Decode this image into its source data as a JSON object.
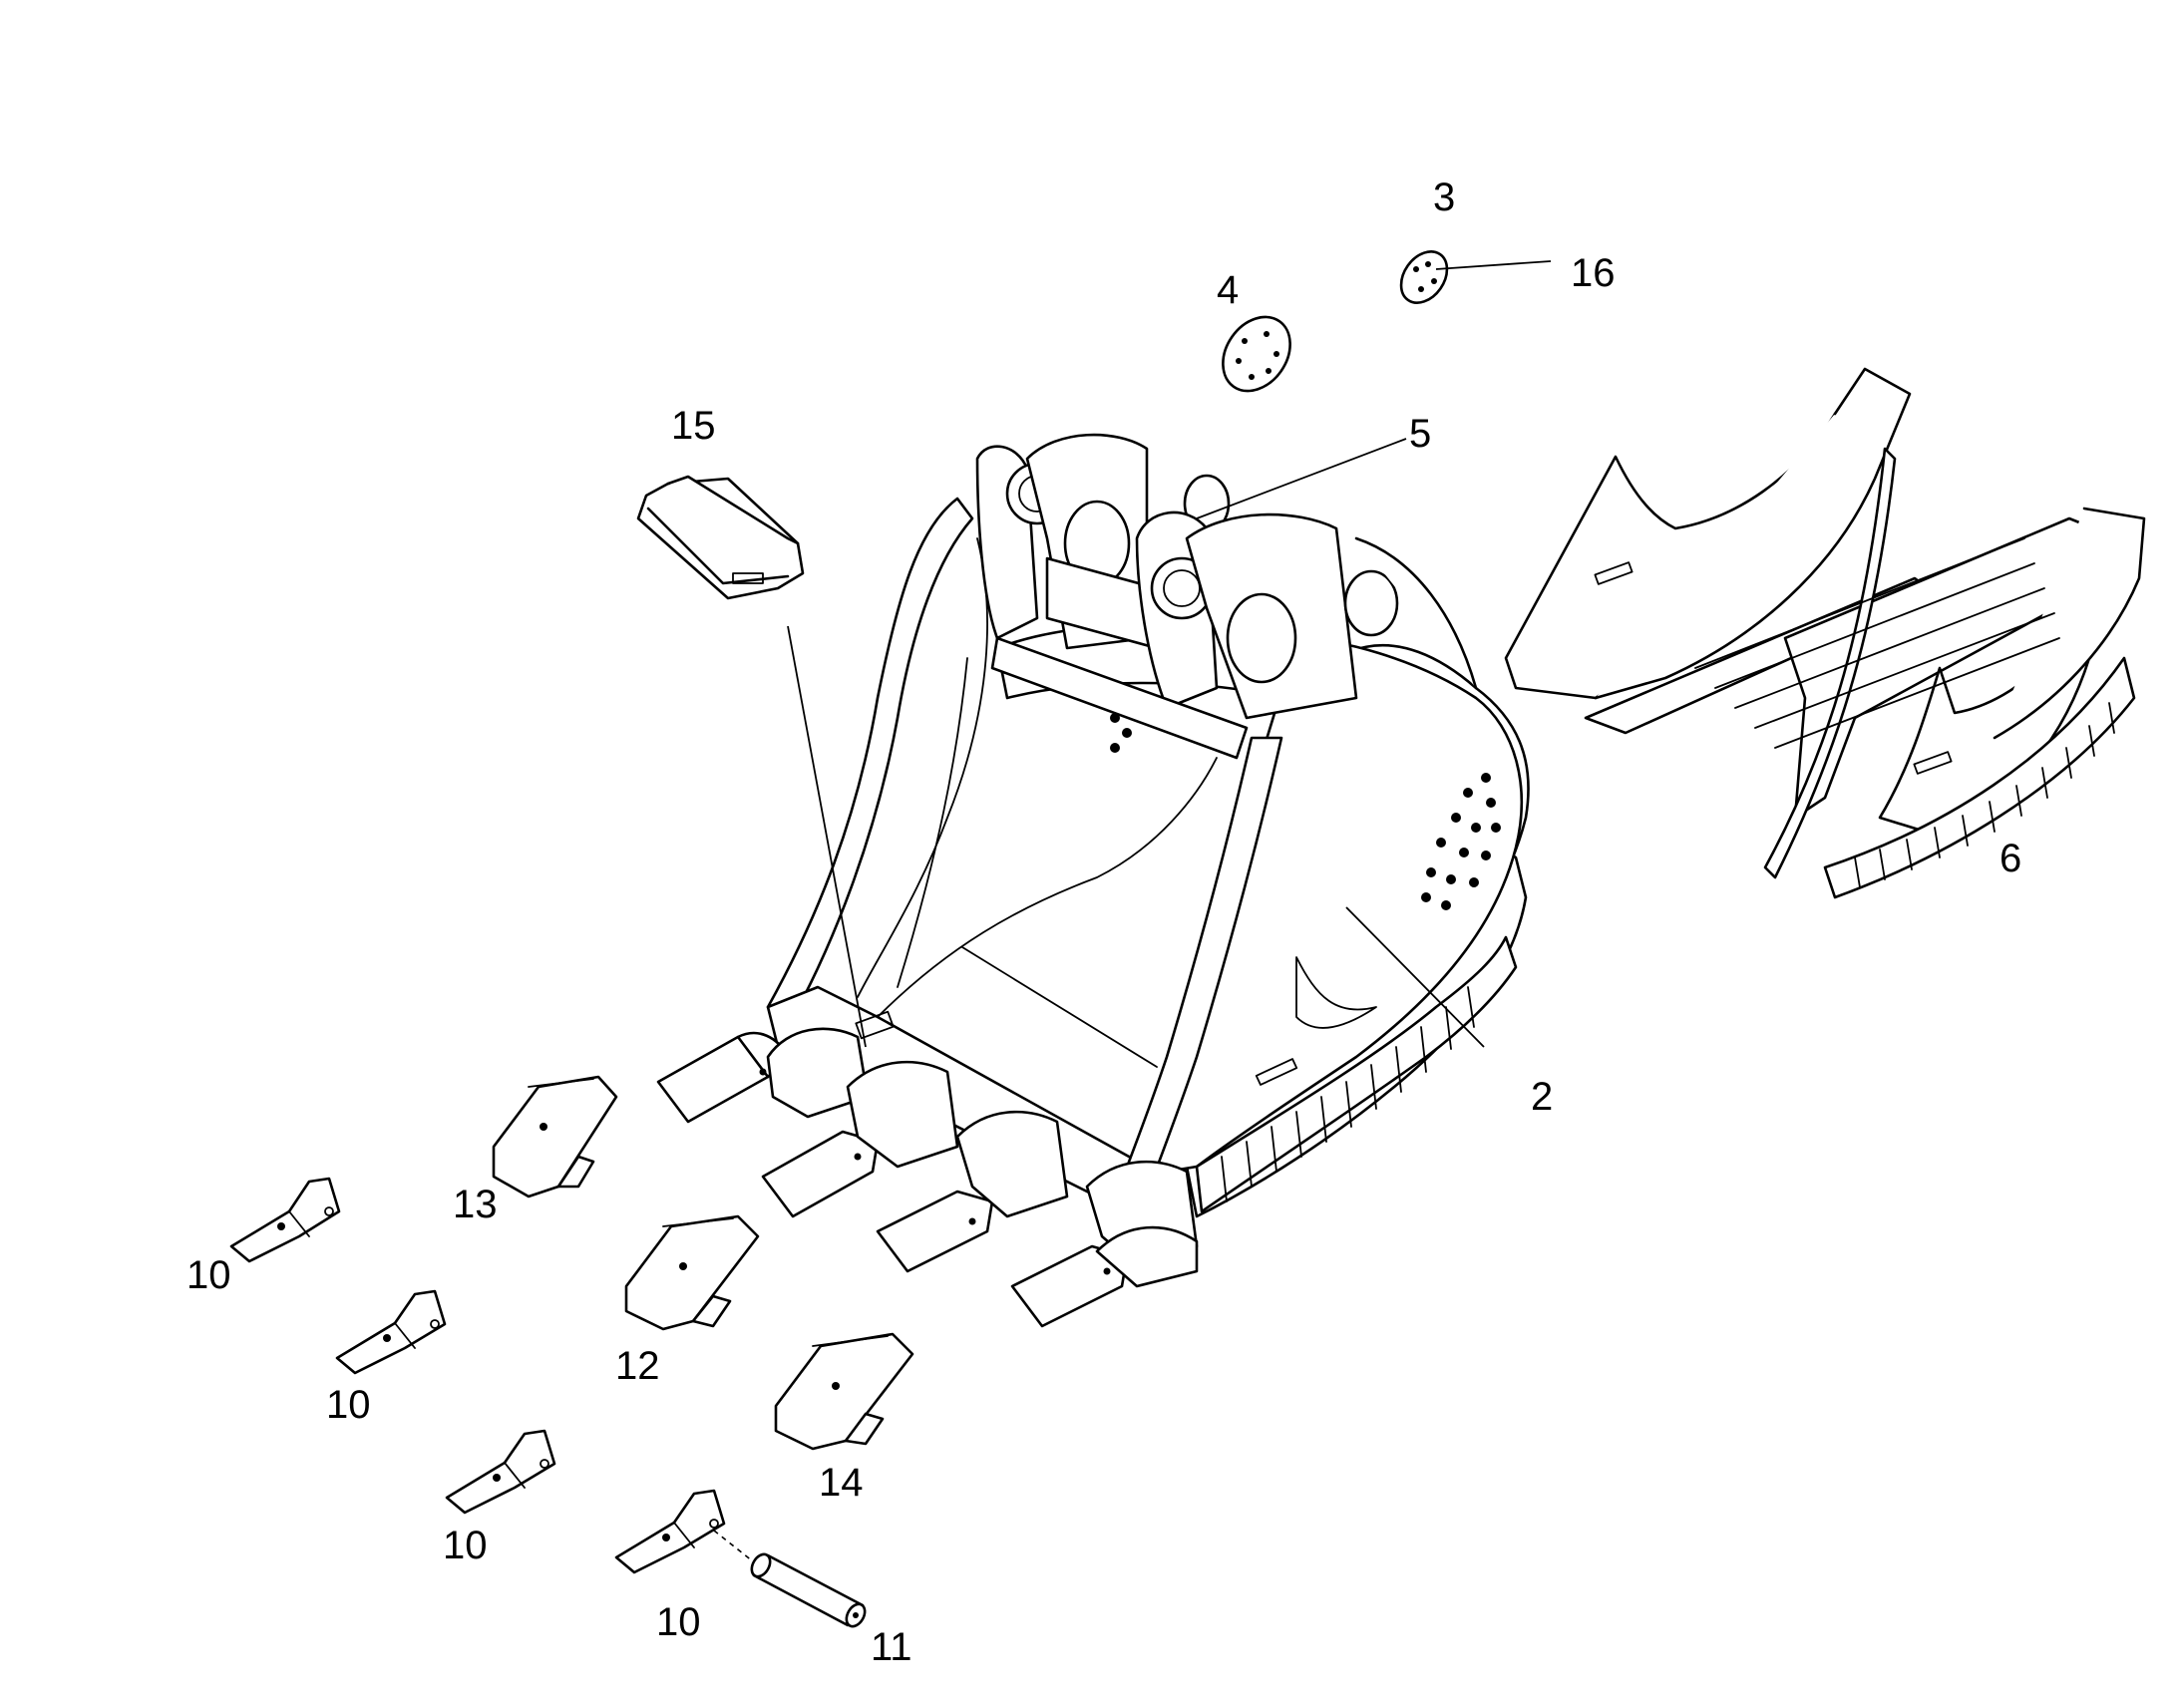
{
  "diagram": {
    "callouts": [
      {
        "id": "c3",
        "text": "3"
      },
      {
        "id": "c16",
        "text": "16"
      },
      {
        "id": "c4",
        "text": "4"
      },
      {
        "id": "c15",
        "text": "15"
      },
      {
        "id": "c5",
        "text": "5"
      },
      {
        "id": "c6",
        "text": "6"
      },
      {
        "id": "c2",
        "text": "2"
      },
      {
        "id": "c13",
        "text": "13"
      },
      {
        "id": "c10a",
        "text": "10"
      },
      {
        "id": "c12",
        "text": "12"
      },
      {
        "id": "c10b",
        "text": "10"
      },
      {
        "id": "c14",
        "text": "14"
      },
      {
        "id": "c10c",
        "text": "10"
      },
      {
        "id": "c10d",
        "text": "10"
      },
      {
        "id": "c11",
        "text": "11"
      }
    ]
  },
  "colors": {
    "line": "#000000",
    "background": "#ffffff"
  }
}
